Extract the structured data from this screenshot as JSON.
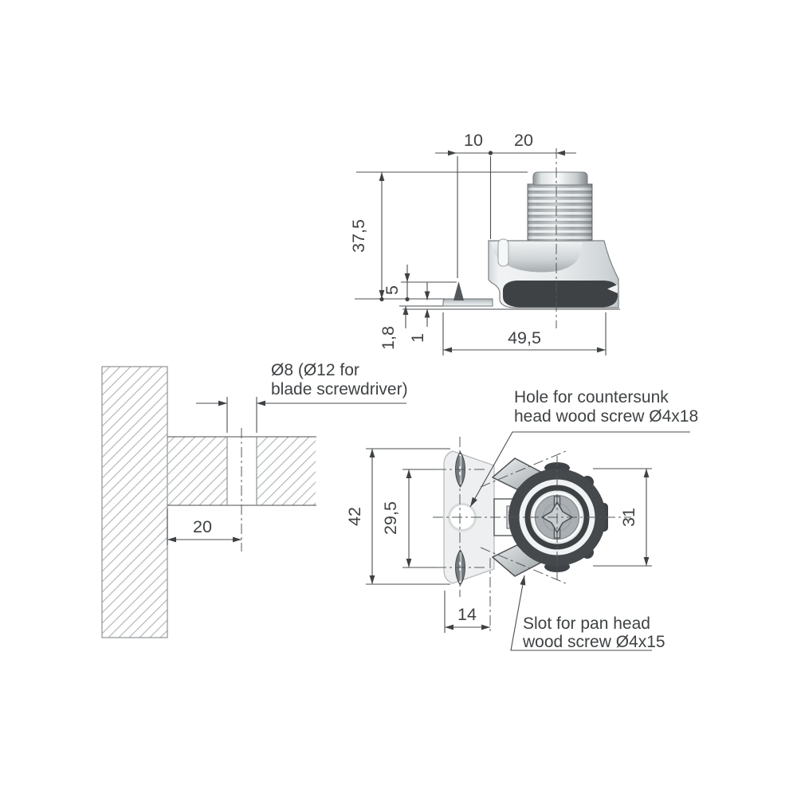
{
  "drawing": {
    "title": "furniture connector fitting technical drawing",
    "side_view": {
      "dim_offset": "10",
      "dim_stud_offset": "20",
      "dim_height": "37,5",
      "dim_spike_height": "5",
      "dim_flange_thickness": "1,8",
      "dim_rib_height": "1",
      "dim_total_length": "49,5"
    },
    "panel_section": {
      "hole_note_line1": "Ø8 (Ø12 for",
      "hole_note_line2": "blade screwdriver)",
      "dim_edge_distance": "20"
    },
    "front_view": {
      "dim_plate_height": "42",
      "dim_slot_spacing": "29,5",
      "dim_plate_width": "14",
      "dim_barrel_diameter": "31",
      "hole_label_line1": "Hole for countersunk",
      "hole_label_line2": "head wood screw Ø4x18",
      "slot_label_line1": "Slot for pan head",
      "slot_label_line2": "wood screw Ø4x15"
    },
    "colors": {
      "line": "#4b4e50",
      "text": "#3f4244",
      "dark_part": "#3e4245",
      "light_part": "#eceeef",
      "hatch": "#b7bcbe",
      "background": "#ffffff"
    }
  }
}
